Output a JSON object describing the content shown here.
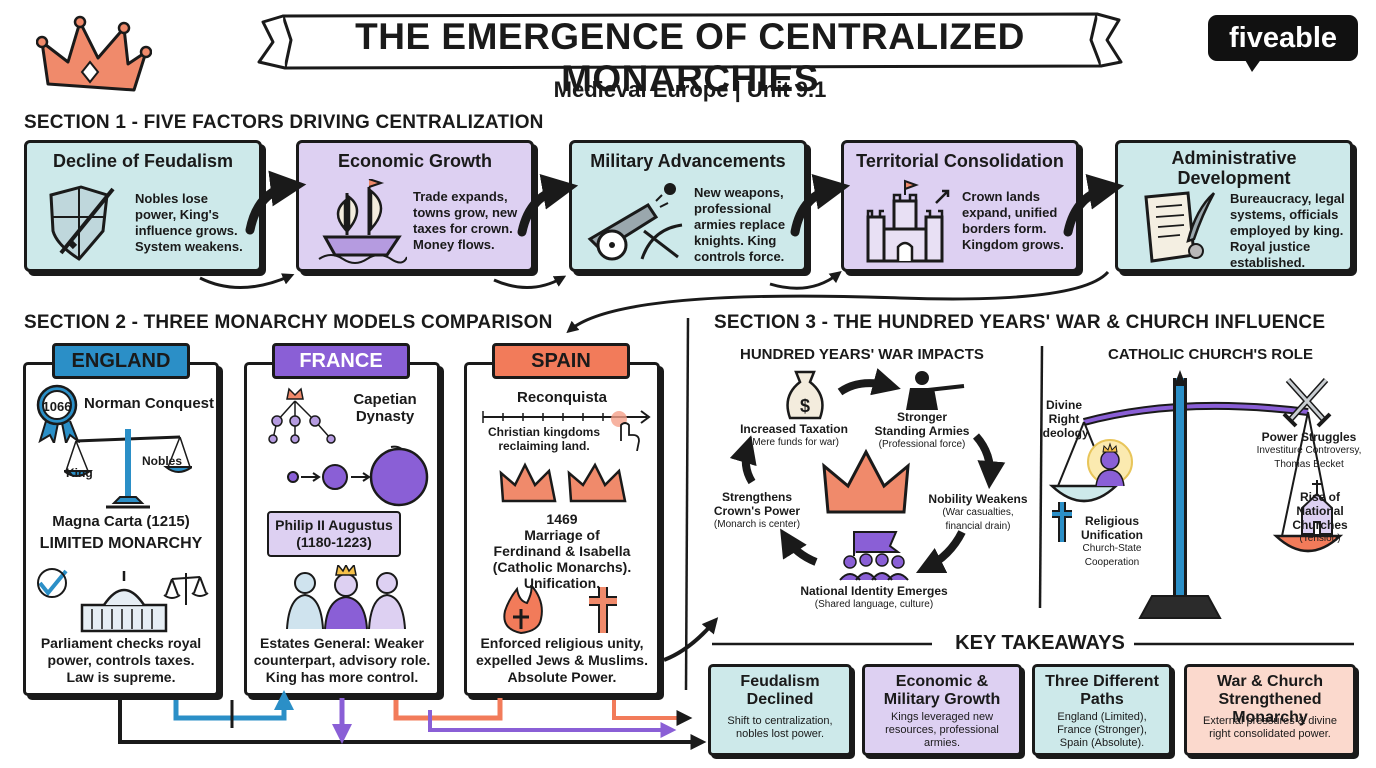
{
  "header": {
    "title": "THE EMERGENCE OF CENTRALIZED MONARCHIES",
    "subtitle": "Medieval Europe | Unit 9.1",
    "brand": "fiveable"
  },
  "section1": {
    "title": "SECTION 1 - FIVE FACTORS DRIVING CENTRALIZATION",
    "factors": [
      {
        "title": "Decline of Feudalism",
        "desc": [
          "Nobles lose",
          "power, King's",
          "influence grows.",
          "System weakens."
        ]
      },
      {
        "title": "Economic Growth",
        "desc": [
          "Trade expands,",
          "towns grow, new",
          "taxes for crown.",
          "Money flows."
        ]
      },
      {
        "title": "Military Advancements",
        "desc": [
          "New weapons,",
          "professional",
          "armies replace",
          "knights. King",
          "controls force."
        ]
      },
      {
        "title": "Territorial Consolidation",
        "desc": [
          "Crown lands",
          "expand, unified",
          "borders form.",
          "Kingdom grows."
        ]
      },
      {
        "title_lines": [
          "Administrative",
          "Development"
        ],
        "desc": [
          "Bureaucracy, legal",
          "systems, officials",
          "employed by king.",
          "Royal justice",
          "established."
        ]
      }
    ]
  },
  "section2": {
    "title": "SECTION 2 - THREE MONARCHY MODELS COMPARISON",
    "england": {
      "tab": "ENGLAND",
      "badge": "1066",
      "conquest": "Norman Conquest",
      "king": "King",
      "nobles": "Nobles",
      "magna": "Magna Carta (1215)",
      "limited": "LIMITED MONARCHY",
      "desc": [
        "Parliament checks royal",
        "power, controls taxes.",
        "Law is supreme."
      ]
    },
    "france": {
      "tab": "FRANCE",
      "dynasty": [
        "Capetian",
        "Dynasty"
      ],
      "philip": [
        "Philip II Augustus",
        "(1180-1223)"
      ],
      "desc": [
        "Estates General: Weaker",
        "counterpart, advisory role.",
        "King has more control."
      ]
    },
    "spain": {
      "tab": "SPAIN",
      "reconquista": "Reconquista",
      "kingdoms": [
        "Christian kingdoms",
        "reclaiming land."
      ],
      "marriage": [
        "1469",
        "Marriage of",
        "Ferdinand & Isabella",
        "(Catholic Monarchs).",
        "Unification."
      ],
      "desc": [
        "Enforced religious unity,",
        "expelled Jews & Muslims.",
        "Absolute Power."
      ]
    }
  },
  "section3": {
    "title": "SECTION 3 - THE HUNDRED YEARS' WAR & CHURCH INFLUENCE",
    "war": {
      "heading": "HUNDRED YEARS' WAR IMPACTS",
      "taxation": [
        "Increased Taxation",
        "(Mere funds for war)"
      ],
      "armies": [
        "Stronger",
        "Standing Armies",
        "(Professional force)"
      ],
      "nobility": [
        "Nobility Weakens",
        "(War casualties,",
        "financial drain)"
      ],
      "identity": [
        "National Identity Emerges",
        "(Shared language, culture)"
      ],
      "crown": [
        "Strengthens",
        "Crown's Power",
        "(Monarch is center)"
      ]
    },
    "church": {
      "heading": "CATHOLIC CHURCH'S ROLE",
      "divine": [
        "Divine",
        "Right",
        "Ideology"
      ],
      "power": [
        "Power Struggles",
        "Investiture Controversy,",
        "Thomas Becket"
      ],
      "religious": [
        "Religious",
        "Unification",
        "Church-State",
        "Cooperation"
      ],
      "national": [
        "Rise of",
        "National",
        "Churches",
        "(Tension)"
      ]
    }
  },
  "takeaways": {
    "heading": "KEY TAKEAWAYS",
    "items": [
      {
        "title": [
          "Feudalism",
          "Declined"
        ],
        "desc": [
          "Shift to centralization,",
          "nobles lost power."
        ]
      },
      {
        "title": [
          "Economic &",
          "Military Growth"
        ],
        "desc": [
          "Kings leveraged new",
          "resources, professional",
          "armies."
        ]
      },
      {
        "title": [
          "Three Different",
          "Paths"
        ],
        "desc": [
          "England (Limited),",
          "France (Stronger),",
          "Spain (Absolute)."
        ]
      },
      {
        "title": [
          "War & Church",
          "Strengthened Monarchy"
        ],
        "desc": [
          "External pressures & divine",
          "right consolidated power."
        ]
      }
    ]
  },
  "colors": {
    "teal": "#cde9ea",
    "purple": "#ddd0f2",
    "england_blue": "#2b8fc7",
    "france_purple": "#8a5fd6",
    "spain_orange": "#f27b5a",
    "crown_orange": "#f08a6b"
  },
  "icons": [
    "crown-icon",
    "shield-sword-icon",
    "ship-icon",
    "cannon-icon",
    "castle-icon",
    "scroll-quill-icon",
    "scales-icon",
    "capitol-icon",
    "money-bag-icon",
    "soldier-icon",
    "crowd-flag-icon",
    "church-icon",
    "cross-icon",
    "fire-icon",
    "crossed-swords-icon"
  ]
}
